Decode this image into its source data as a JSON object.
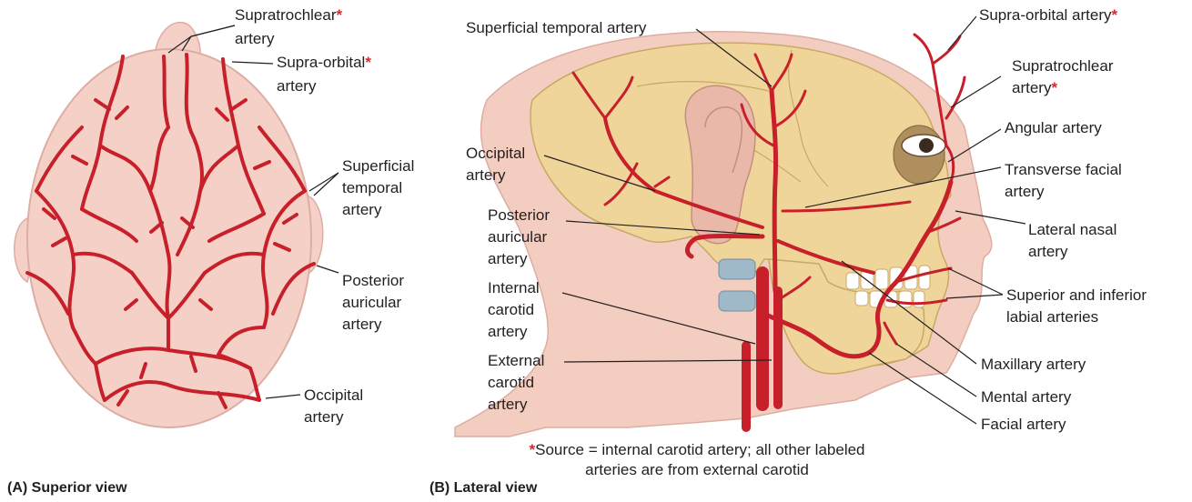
{
  "colors": {
    "artery": "#c8202a",
    "skin": "#f4d0c6",
    "skin_edge": "#dcaea3",
    "bone": "#efd59a",
    "bone_edge": "#c9a867",
    "neck": "#f3cdbf",
    "star": "#e0262d"
  },
  "panel_a": {
    "title": "(A) Superior view",
    "labels": {
      "supratrochlear": "Supratrochlear",
      "supratrochlear_2": "artery",
      "supraorbital": "Supra-orbital",
      "supraorbital_2": "artery",
      "superficial_temporal_1": "Superficial",
      "superficial_temporal_2": "temporal",
      "superficial_temporal_3": "artery",
      "posterior_auricular_1": "Posterior",
      "posterior_auricular_2": "auricular",
      "posterior_auricular_3": "artery",
      "occipital_1": "Occipital",
      "occipital_2": "artery"
    }
  },
  "panel_b": {
    "title": "(B) Lateral view",
    "labels": {
      "superficial_temporal": "Superficial temporal artery",
      "supraorbital": "Supra-orbital artery",
      "supratrochlear_1": "Supratrochlear",
      "supratrochlear_2": "artery",
      "angular": "Angular artery",
      "transverse_facial_1": "Transverse facial",
      "transverse_facial_2": "artery",
      "lateral_nasal_1": "Lateral nasal",
      "lateral_nasal_2": "artery",
      "labial_1": "Superior and inferior",
      "labial_2": "labial arteries",
      "maxillary": "Maxillary artery",
      "mental": "Mental artery",
      "facial": "Facial artery",
      "occipital_1": "Occipital",
      "occipital_2": "artery",
      "posterior_auricular_1": "Posterior",
      "posterior_auricular_2": "auricular",
      "posterior_auricular_3": "artery",
      "internal_carotid_1": "Internal",
      "internal_carotid_2": "carotid",
      "internal_carotid_3": "artery",
      "external_carotid_1": "External",
      "external_carotid_2": "carotid",
      "external_carotid_3": "artery"
    },
    "star": "*",
    "footnote_1": "Source = internal carotid artery; all other labeled",
    "footnote_2": "arteries are from external carotid"
  }
}
